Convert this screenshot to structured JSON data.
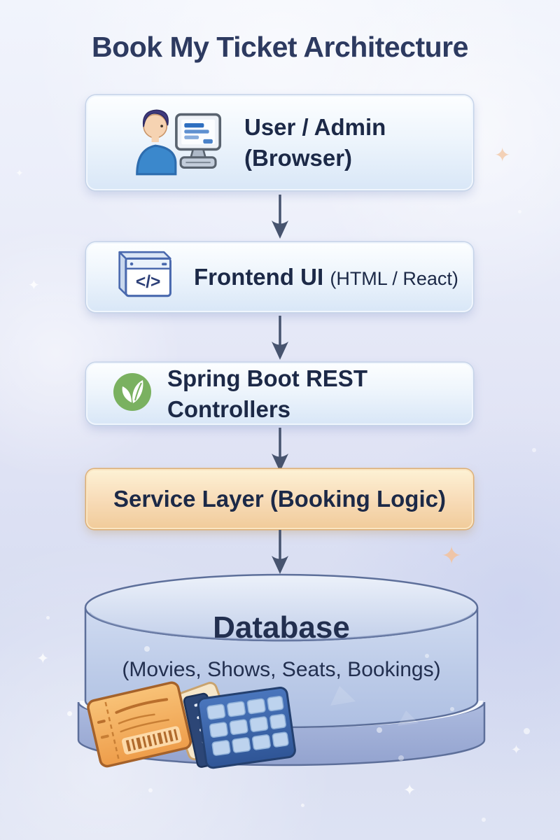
{
  "title": "Book My Ticket Architecture",
  "flow": {
    "user_browser": {
      "line1": "User / Admin",
      "line2": "(Browser)",
      "icon": "user-at-computer-icon"
    },
    "frontend": {
      "label": "Frontend UI",
      "sublabel": "(HTML / React)",
      "icon": "browser-code-icon",
      "icon_glyph": "</>"
    },
    "controllers": {
      "label": "Spring Boot REST Controllers",
      "icon": "spring-leaf-icon"
    },
    "service": {
      "label": "Service Layer (Booking Logic)"
    },
    "database": {
      "label": "Database",
      "sublabel": "(Movies, Shows, Seats, Bookings)",
      "icon": "database-cylinder",
      "decoration": "movie-tickets-and-seat-grid-illustration"
    }
  },
  "edges": [
    {
      "from": "user_browser",
      "to": "frontend"
    },
    {
      "from": "frontend",
      "to": "controllers"
    },
    {
      "from": "controllers",
      "to": "service"
    },
    {
      "from": "service",
      "to": "database"
    }
  ],
  "colors": {
    "title_text": "#2d3a60",
    "node_text": "#1c2947",
    "box_bg_top": "#fcfeff",
    "box_bg_bottom": "#d9e7f7",
    "service_bg_top": "#fdf1d4",
    "service_bg_bottom": "#f1cc9b",
    "service_border": "#ddae74",
    "arrow": "#46536e",
    "spring_green": "#7ab160",
    "cylinder_fill": "#bac9e7",
    "cylinder_stroke": "#5d6f9a",
    "ticket_orange": "#f2a854",
    "seatcard_blue": "#3c66ab"
  }
}
